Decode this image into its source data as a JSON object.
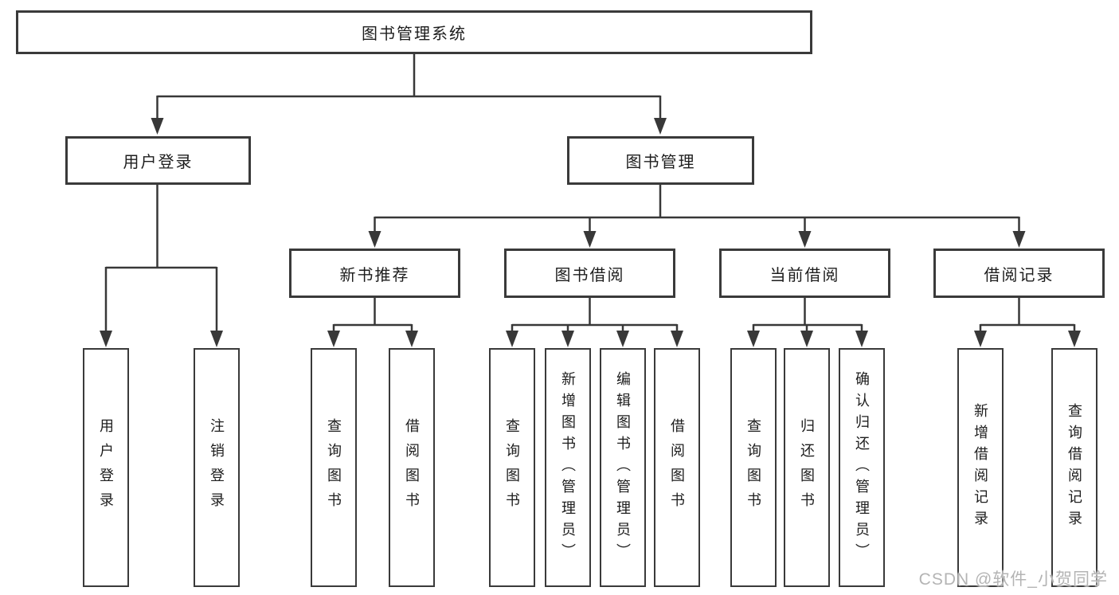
{
  "tree": {
    "root": {
      "label": "图书管理系统"
    },
    "login": {
      "label": "用户登录",
      "children": [
        {
          "label": "用户登录"
        },
        {
          "label": "注销登录"
        }
      ]
    },
    "mgmt": {
      "label": "图书管理",
      "groups": [
        {
          "label": "新书推荐",
          "children": [
            {
              "label": "查询图书"
            },
            {
              "label": "借阅图书"
            }
          ]
        },
        {
          "label": "图书借阅",
          "children": [
            {
              "label": "查询图书"
            },
            {
              "label": "新增图书（管理员）"
            },
            {
              "label": "编辑图书（管理员）"
            },
            {
              "label": "借阅图书"
            }
          ]
        },
        {
          "label": "当前借阅",
          "children": [
            {
              "label": "查询图书"
            },
            {
              "label": "归还图书"
            },
            {
              "label": "确认归还（管理员）"
            }
          ]
        },
        {
          "label": "借阅记录",
          "children": [
            {
              "label": "新增借阅记录"
            },
            {
              "label": "查询借阅记录"
            }
          ]
        }
      ]
    }
  },
  "watermark": "CSDN @软件_小贺同学",
  "colors": {
    "line": "#383838",
    "text": "#1d1d1d",
    "watermark": "#b4b4b4"
  }
}
